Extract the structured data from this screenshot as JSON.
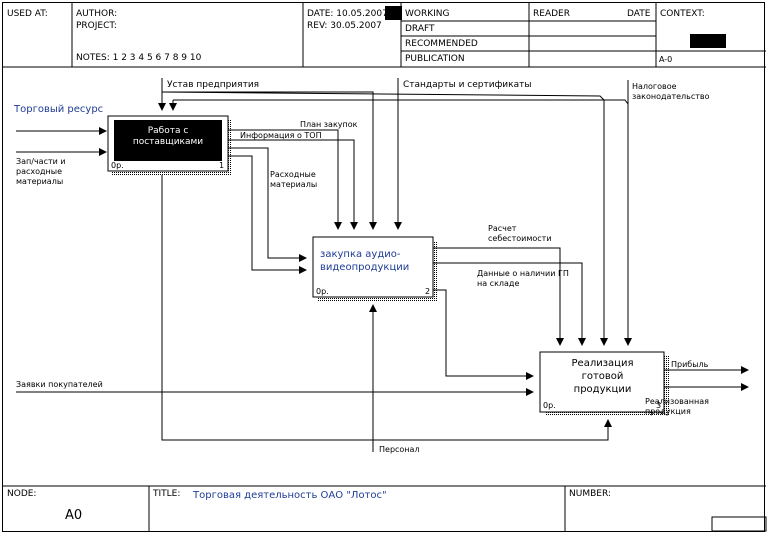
{
  "header": {
    "used_at": "USED AT:",
    "author": "AUTHOR:",
    "project": "PROJECT:",
    "notes": "NOTES:  1  2  3  4  5  6  7  8  9  10",
    "date": "DATE: 10.05.2007",
    "rev": "REV:   30.05.2007",
    "working": "WORKING",
    "draft": "DRAFT",
    "recommended": "RECOMMENDED",
    "publication": "PUBLICATION",
    "reader": "READER",
    "date_col": "DATE",
    "context": "CONTEXT:",
    "context_node": "A-0"
  },
  "diagram": {
    "boxes": [
      {
        "label": "Работа с поставщиками",
        "number": "1",
        "cost": "0р."
      },
      {
        "label": "закупка аудио-видеопродукции",
        "number": "2",
        "cost": "0р."
      },
      {
        "label": "Реализация готовой продукции",
        "number": "3",
        "cost": "0р."
      }
    ],
    "arrows": {
      "ustav": "Устав предприятия",
      "standards": "Стандарты и сертификаты",
      "tax": "Налоговое законодательство",
      "trade_resource": "Торговый ресурс",
      "spare_parts": "Зап/части и расходные материалы",
      "purchase_plan": "План закупок",
      "supplier_info": "Информация о ТОП",
      "consumables": "Расходные материалы",
      "cost_calc": "Расчет себестоимости",
      "stock_data": "Данные о наличии ГП на складе",
      "customer_orders": "Заявки покупателей",
      "profit": "Прибыль",
      "sold_products": "Реализованная продукция",
      "staff": "Персонал"
    }
  },
  "footer": {
    "node_label": "NODE:",
    "node_value": "A0",
    "title_label": "TITLE:",
    "title_value": "Торговая деятельность ОАО \"Лотос\"",
    "number_label": "NUMBER:"
  }
}
